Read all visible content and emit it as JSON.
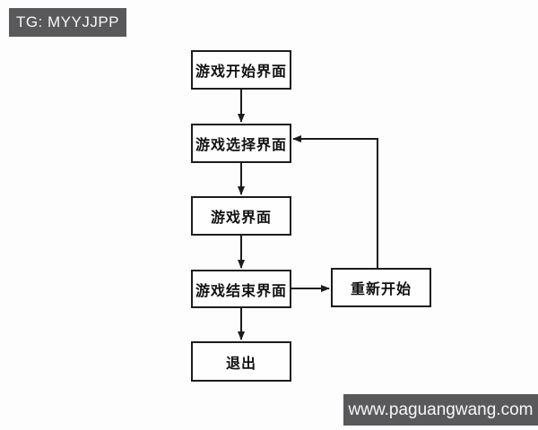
{
  "watermarks": {
    "tg_badge": "TG: MYYJJPP",
    "site_badge": "www.paguangwang.com"
  },
  "flowchart": {
    "nodes": [
      {
        "id": "game-start-screen",
        "label": "游戏开始界面"
      },
      {
        "id": "game-select-screen",
        "label": "游戏选择界面"
      },
      {
        "id": "game-screen",
        "label": "游戏界面"
      },
      {
        "id": "game-end-screen",
        "label": "游戏结束界面"
      },
      {
        "id": "exit",
        "label": "退出"
      },
      {
        "id": "restart",
        "label": "重新开始"
      }
    ],
    "edges": [
      {
        "from": "game-start-screen",
        "to": "game-select-screen"
      },
      {
        "from": "game-select-screen",
        "to": "game-screen"
      },
      {
        "from": "game-screen",
        "to": "game-end-screen"
      },
      {
        "from": "game-end-screen",
        "to": "exit"
      },
      {
        "from": "game-end-screen",
        "to": "restart"
      },
      {
        "from": "restart",
        "to": "game-select-screen"
      }
    ]
  },
  "colors": {
    "badge_background": "#59595b",
    "badge_text": "#f7f7f7",
    "node_border": "#1c1c1c",
    "arrow_line": "#1c1c1c",
    "page_background": "#fdfdfd"
  }
}
